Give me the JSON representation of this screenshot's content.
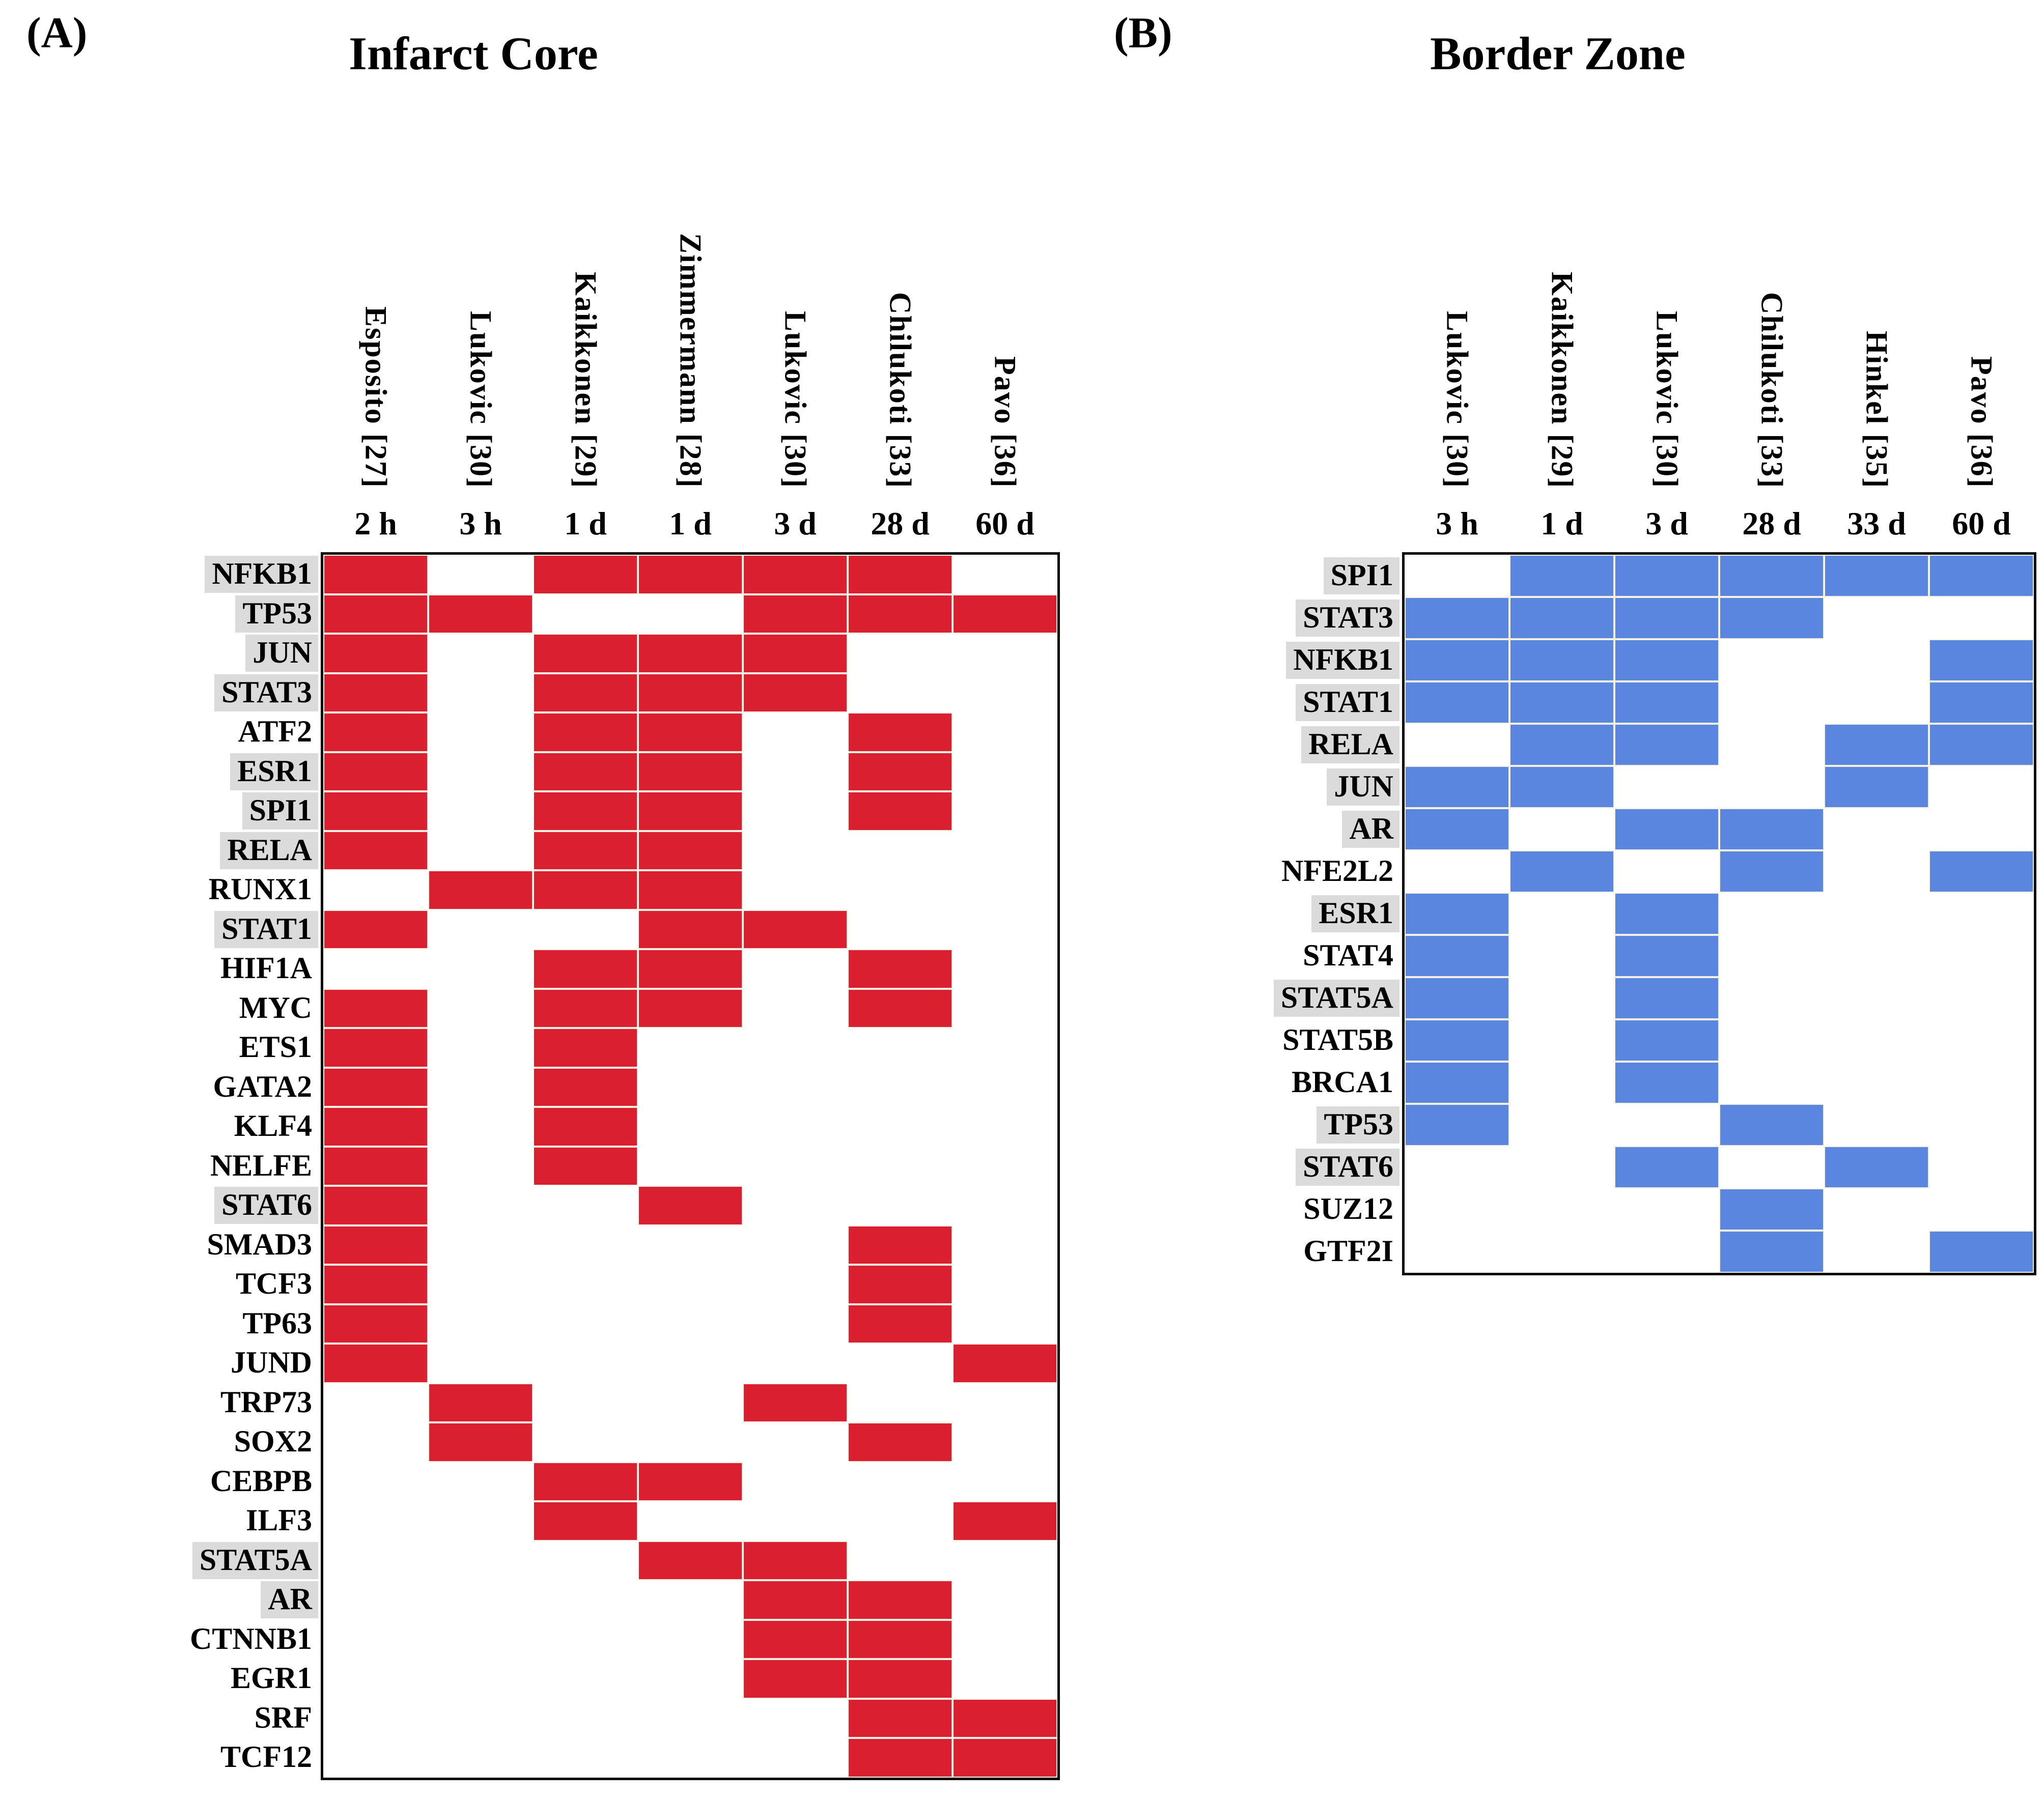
{
  "chart_data": [
    {
      "type": "heatmap",
      "panel": "(A)",
      "title": "Infarct Core",
      "cell_color": "#da2030",
      "highlight_color": "#dbdbdb",
      "legend_position": "none",
      "grid": "off",
      "columns": [
        "Esposito [27]",
        "Lukovic [30]",
        "Kaikkonen [29]",
        "Zimmermann [28]",
        "Lukovic [30]",
        "Chilukoti [33]",
        "Pavo [36]"
      ],
      "column_times": [
        "2 h",
        "3 h",
        "1 d",
        "1 d",
        "3 d",
        "28 d",
        "60 d"
      ],
      "rows": [
        "NFKB1",
        "TP53",
        "JUN",
        "STAT3",
        "ATF2",
        "ESR1",
        "SPI1",
        "RELA",
        "RUNX1",
        "STAT1",
        "HIF1A",
        "MYC",
        "ETS1",
        "GATA2",
        "KLF4",
        "NELFE",
        "STAT6",
        "SMAD3",
        "TCF3",
        "TP63",
        "JUND",
        "TRP73",
        "SOX2",
        "CEBPB",
        "ILF3",
        "STAT5A",
        "AR",
        "CTNNB1",
        "EGR1",
        "SRF",
        "TCF12"
      ],
      "highlighted_rows": [
        "NFKB1",
        "TP53",
        "JUN",
        "STAT3",
        "ESR1",
        "SPI1",
        "RELA",
        "STAT1",
        "STAT6",
        "STAT5A",
        "AR"
      ],
      "values": [
        [
          1,
          0,
          1,
          1,
          1,
          1,
          0
        ],
        [
          1,
          1,
          0,
          0,
          1,
          1,
          1
        ],
        [
          1,
          0,
          1,
          1,
          1,
          0,
          0
        ],
        [
          1,
          0,
          1,
          1,
          1,
          0,
          0
        ],
        [
          1,
          0,
          1,
          1,
          0,
          1,
          0
        ],
        [
          1,
          0,
          1,
          1,
          0,
          1,
          0
        ],
        [
          1,
          0,
          1,
          1,
          0,
          1,
          0
        ],
        [
          1,
          0,
          1,
          1,
          0,
          0,
          0
        ],
        [
          0,
          1,
          1,
          1,
          0,
          0,
          0
        ],
        [
          1,
          0,
          0,
          1,
          1,
          0,
          0
        ],
        [
          0,
          0,
          1,
          1,
          0,
          1,
          0
        ],
        [
          1,
          0,
          1,
          1,
          0,
          1,
          0
        ],
        [
          1,
          0,
          1,
          0,
          0,
          0,
          0
        ],
        [
          1,
          0,
          1,
          0,
          0,
          0,
          0
        ],
        [
          1,
          0,
          1,
          0,
          0,
          0,
          0
        ],
        [
          1,
          0,
          1,
          0,
          0,
          0,
          0
        ],
        [
          1,
          0,
          0,
          1,
          0,
          0,
          0
        ],
        [
          1,
          0,
          0,
          0,
          0,
          1,
          0
        ],
        [
          1,
          0,
          0,
          0,
          0,
          1,
          0
        ],
        [
          1,
          0,
          0,
          0,
          0,
          1,
          0
        ],
        [
          1,
          0,
          0,
          0,
          0,
          0,
          1
        ],
        [
          0,
          1,
          0,
          0,
          1,
          0,
          0
        ],
        [
          0,
          1,
          0,
          0,
          0,
          1,
          0
        ],
        [
          0,
          0,
          1,
          1,
          0,
          0,
          0
        ],
        [
          0,
          0,
          1,
          0,
          0,
          0,
          1
        ],
        [
          0,
          0,
          0,
          1,
          1,
          0,
          0
        ],
        [
          0,
          0,
          0,
          0,
          1,
          1,
          0
        ],
        [
          0,
          0,
          0,
          0,
          1,
          1,
          0
        ],
        [
          0,
          0,
          0,
          0,
          1,
          1,
          0
        ],
        [
          0,
          0,
          0,
          0,
          0,
          1,
          1
        ],
        [
          0,
          0,
          0,
          0,
          0,
          1,
          1
        ]
      ]
    },
    {
      "type": "heatmap",
      "panel": "(B)",
      "title": "Border Zone",
      "cell_color": "#5b86df",
      "highlight_color": "#dbdbdb",
      "legend_position": "none",
      "grid": "off",
      "columns": [
        "Lukovic [30]",
        "Kaikkonen [29]",
        "Lukovic [30]",
        "Chilukoti [33]",
        "Hinkel [35]",
        "Pavo [36]"
      ],
      "column_times": [
        "3 h",
        "1 d",
        "3 d",
        "28 d",
        "33 d",
        "60 d"
      ],
      "rows": [
        "SPI1",
        "STAT3",
        "NFKB1",
        "STAT1",
        "RELA",
        "JUN",
        "AR",
        "NFE2L2",
        "ESR1",
        "STAT4",
        "STAT5A",
        "STAT5B",
        "BRCA1",
        "TP53",
        "STAT6",
        "SUZ12",
        "GTF2I"
      ],
      "highlighted_rows": [
        "SPI1",
        "STAT3",
        "NFKB1",
        "STAT1",
        "RELA",
        "JUN",
        "AR",
        "ESR1",
        "STAT5A",
        "TP53",
        "STAT6"
      ],
      "values": [
        [
          0,
          1,
          1,
          1,
          1,
          1
        ],
        [
          1,
          1,
          1,
          1,
          0,
          0
        ],
        [
          1,
          1,
          1,
          0,
          0,
          1
        ],
        [
          1,
          1,
          1,
          0,
          0,
          1
        ],
        [
          0,
          1,
          1,
          0,
          1,
          1
        ],
        [
          1,
          1,
          0,
          0,
          1,
          0
        ],
        [
          1,
          0,
          1,
          1,
          0,
          0
        ],
        [
          0,
          1,
          0,
          1,
          0,
          1
        ],
        [
          1,
          0,
          1,
          0,
          0,
          0
        ],
        [
          1,
          0,
          1,
          0,
          0,
          0
        ],
        [
          1,
          0,
          1,
          0,
          0,
          0
        ],
        [
          1,
          0,
          1,
          0,
          0,
          0
        ],
        [
          1,
          0,
          1,
          0,
          0,
          0
        ],
        [
          1,
          0,
          0,
          1,
          0,
          0
        ],
        [
          0,
          0,
          1,
          0,
          1,
          0
        ],
        [
          0,
          0,
          0,
          1,
          0,
          0
        ],
        [
          0,
          0,
          0,
          1,
          0,
          1
        ]
      ]
    }
  ]
}
